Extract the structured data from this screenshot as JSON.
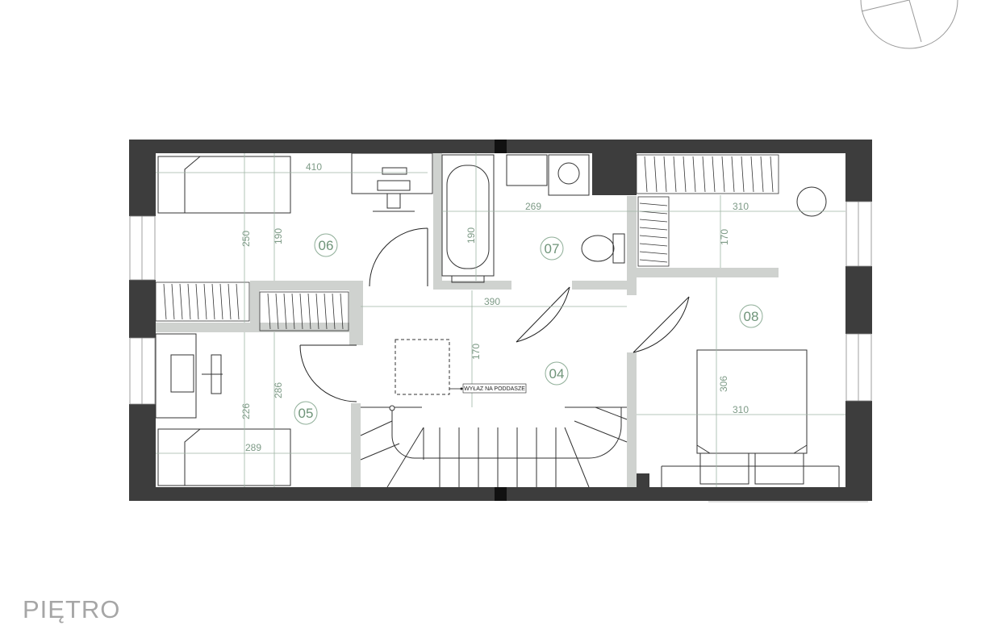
{
  "floor_label": "PIĘTRO",
  "rooms": {
    "r04": "04",
    "r05": "05",
    "r06": "06",
    "r07": "07",
    "r08": "08"
  },
  "dimensions": {
    "d410": "410",
    "d250": "250",
    "d190a": "190",
    "d190b": "190",
    "d269": "269",
    "d310a": "310",
    "d170a": "170",
    "d390": "390",
    "d170b": "170",
    "d286": "286",
    "d226": "226",
    "d289": "289",
    "d306": "306",
    "d310b": "310"
  },
  "attic_hatch_note": "WYŁAZ NA PODDASZE",
  "colors": {
    "exterior_wall": "#3d3d3d",
    "interior_wall": "#cfd2cf",
    "dimension": "#7d9a86",
    "room_label": "#6f9479",
    "floor_label": "#a6a6a6"
  }
}
